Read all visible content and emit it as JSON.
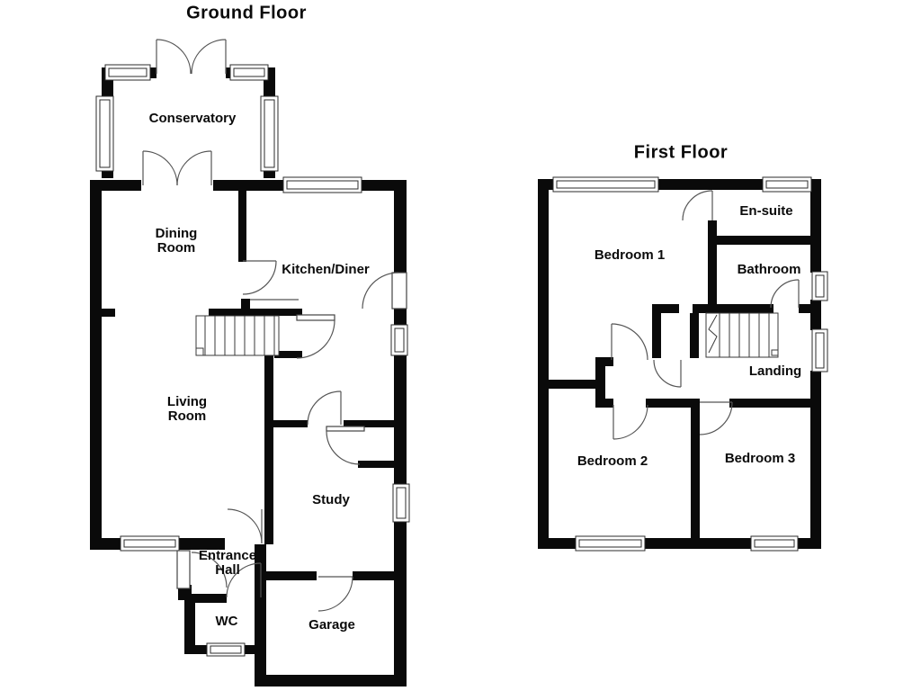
{
  "document": {
    "type": "property-floorplan",
    "background_color": "#ffffff",
    "wall_color": "#0a0a0a",
    "line_color": "#555555"
  },
  "ground_floor": {
    "title": "Ground Floor",
    "rooms": [
      {
        "id": "conservatory",
        "lines": [
          "Conservatory"
        ]
      },
      {
        "id": "dining-room",
        "lines": [
          "Dining",
          "Room"
        ]
      },
      {
        "id": "kitchen-diner",
        "lines": [
          "Kitchen/Diner"
        ]
      },
      {
        "id": "living-room",
        "lines": [
          "Living",
          "Room"
        ]
      },
      {
        "id": "study",
        "lines": [
          "Study"
        ]
      },
      {
        "id": "entrance-hall",
        "lines": [
          "Entrance",
          "Hall"
        ]
      },
      {
        "id": "wc",
        "lines": [
          "WC"
        ]
      },
      {
        "id": "garage",
        "lines": [
          "Garage"
        ]
      }
    ]
  },
  "first_floor": {
    "title": "First Floor",
    "rooms": [
      {
        "id": "bedroom-1",
        "lines": [
          "Bedroom 1"
        ]
      },
      {
        "id": "en-suite",
        "lines": [
          "En-suite"
        ]
      },
      {
        "id": "bathroom",
        "lines": [
          "Bathroom"
        ]
      },
      {
        "id": "landing",
        "lines": [
          "Landing"
        ]
      },
      {
        "id": "bedroom-2",
        "lines": [
          "Bedroom 2"
        ]
      },
      {
        "id": "bedroom-3",
        "lines": [
          "Bedroom 3"
        ]
      }
    ]
  }
}
